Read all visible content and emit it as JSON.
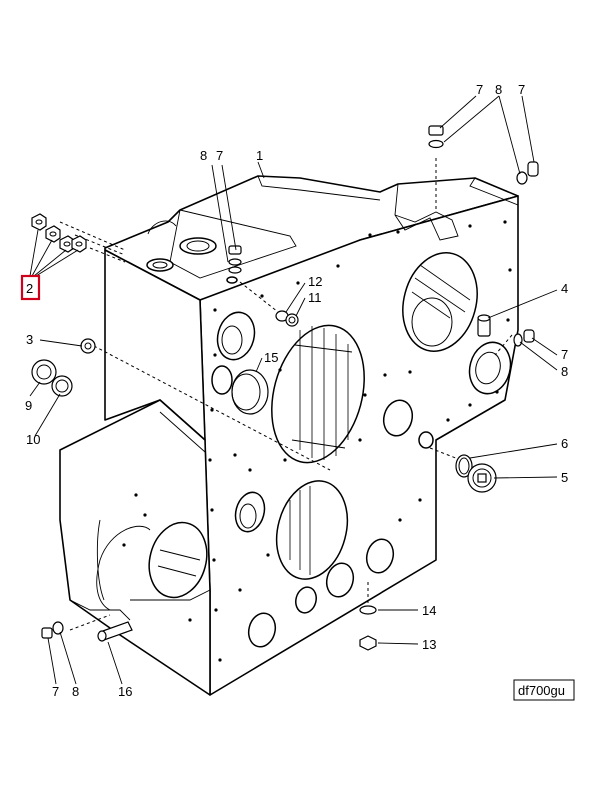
{
  "callouts": {
    "c1": "1",
    "c2": "2",
    "c3": "3",
    "c4": "4",
    "c5": "5",
    "c6": "6",
    "c7_top_left": "7",
    "c7_top_right": "7",
    "c7_far_right": "7",
    "c7_right": "7",
    "c7_bottom": "7",
    "c8_top_left": "8",
    "c8_top_right": "8",
    "c8_right": "8",
    "c8_bottom": "8",
    "c9": "9",
    "c10": "10",
    "c11": "11",
    "c12": "12",
    "c13": "13",
    "c14": "14",
    "c15": "15",
    "c16": "16"
  },
  "reference": "df700gu",
  "highlight_color": "#d0021b"
}
